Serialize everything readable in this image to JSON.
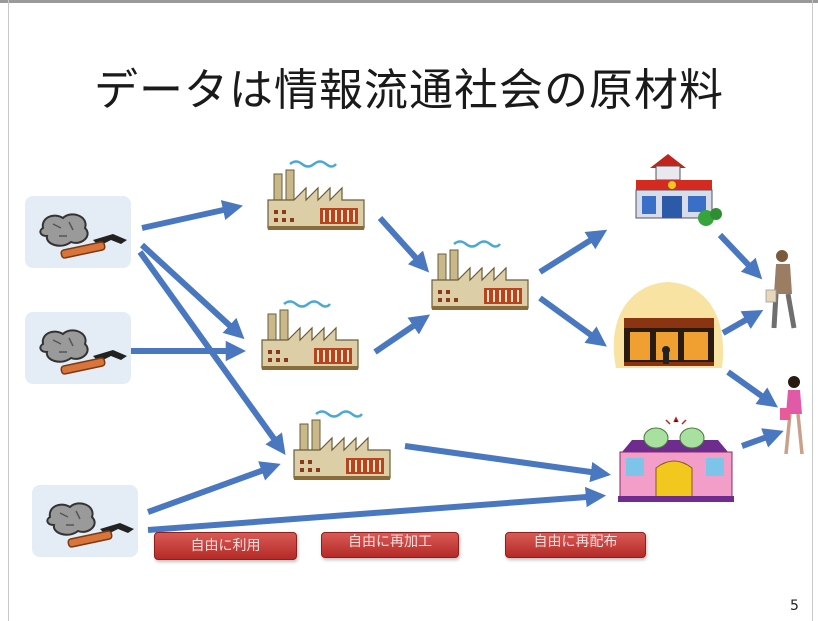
{
  "slide": {
    "title": "データは情報流通社会の原材料",
    "page_number": "5"
  },
  "labels": {
    "free_use": "自由に利用",
    "free_reprocess": "自由に再加工",
    "free_redistribute": "自由に再配布"
  },
  "nodes": {
    "raw_materials": [
      "ore-with-hammer",
      "ore-with-hammer",
      "ore-with-hammer"
    ],
    "factories": [
      "factory",
      "factory",
      "factory",
      "factory"
    ],
    "outlets": [
      "shop-store",
      "cafe-store",
      "mall-store"
    ],
    "consumers": [
      "shopper-man",
      "shopper-woman"
    ]
  },
  "colors": {
    "arrow": "#4a78c0",
    "label_fill": "#c0392b",
    "factory_body": "#d8c9a0",
    "factory_smoke": "#4aa8d8"
  }
}
